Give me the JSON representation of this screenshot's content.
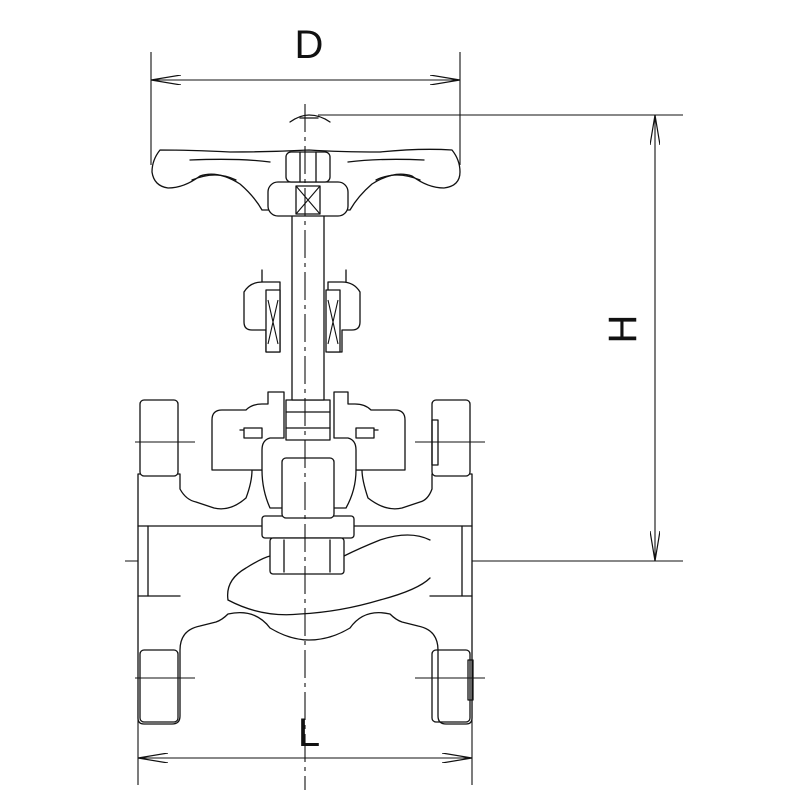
{
  "labels": {
    "diameter": "D",
    "height": "H",
    "length": "L"
  },
  "colors": {
    "line": "#111111",
    "background": "#ffffff"
  }
}
